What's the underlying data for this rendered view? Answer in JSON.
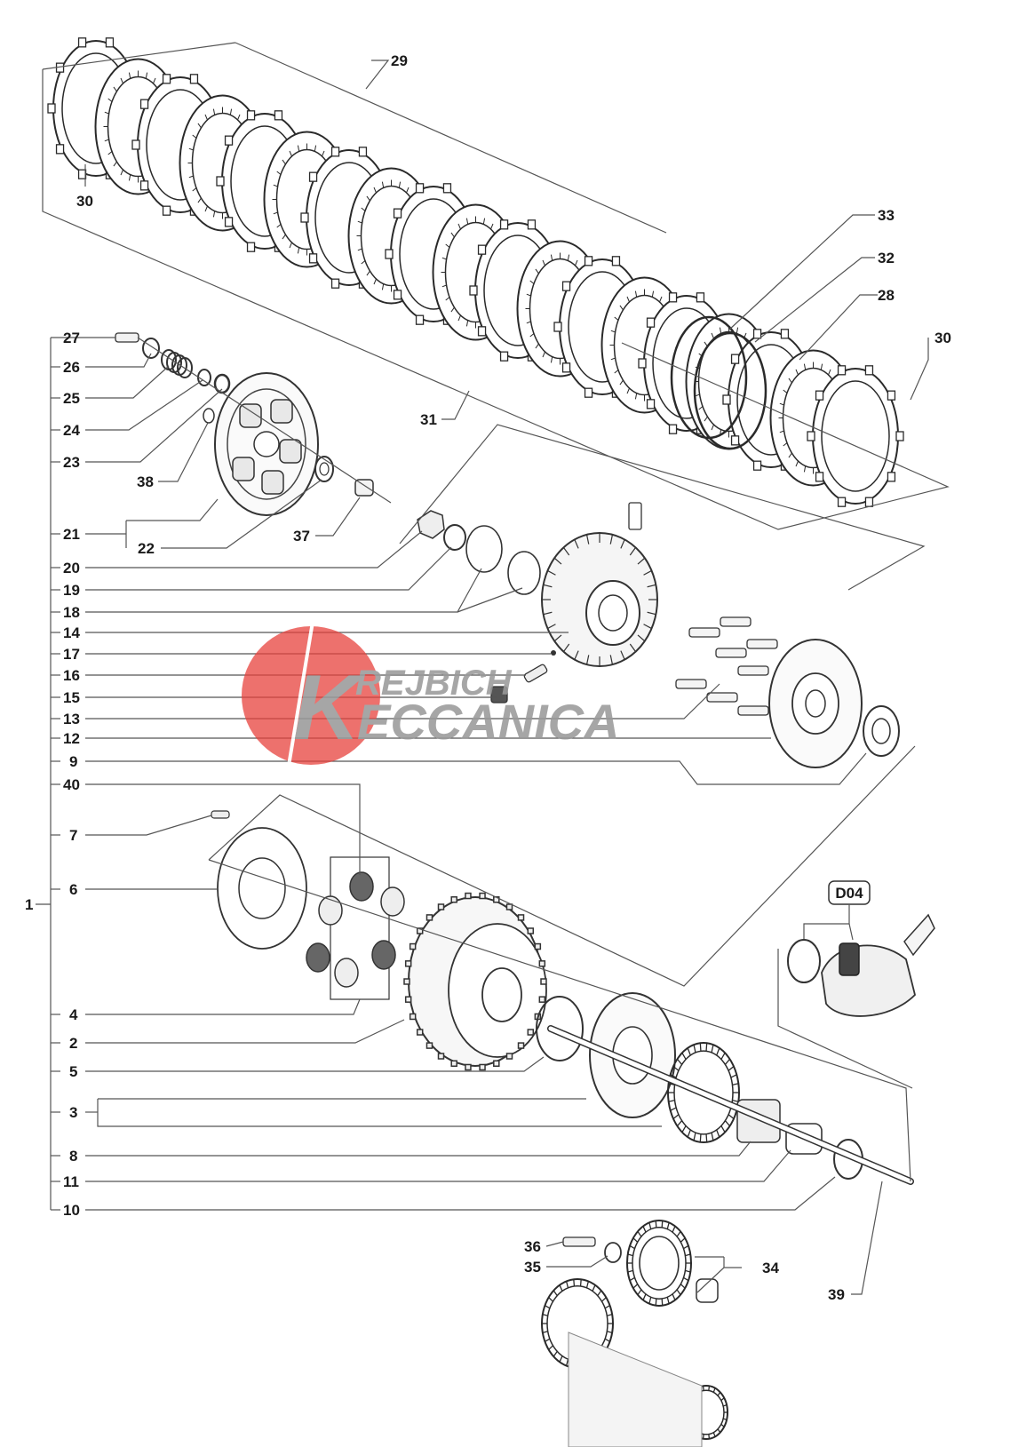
{
  "brand": {
    "line1": "REJBICH",
    "line2": "ECCANICA",
    "initial": "K",
    "colors": {
      "red": "#e8413c",
      "grey": "#9a9a9a"
    }
  },
  "detail_tag": "D04",
  "labels": {
    "l1": "1",
    "l2": "2",
    "l3": "3",
    "l4": "4",
    "l5": "5",
    "l6": "6",
    "l7": "7",
    "l8": "8",
    "l9": "9",
    "l10": "10",
    "l11": "11",
    "l12": "12",
    "l13": "13",
    "l14": "14",
    "l15": "15",
    "l16": "16",
    "l17": "17",
    "l18": "18",
    "l19": "19",
    "l20": "20",
    "l21": "21",
    "l22": "22",
    "l23": "23",
    "l24": "24",
    "l25": "25",
    "l26": "26",
    "l27": "27",
    "l28": "28",
    "l29": "29",
    "l30": "30",
    "l31": "31",
    "l32": "32",
    "l33": "33",
    "l34": "34",
    "l35": "35",
    "l36": "36",
    "l37": "37",
    "l38": "38",
    "l39": "39",
    "l40": "40"
  }
}
